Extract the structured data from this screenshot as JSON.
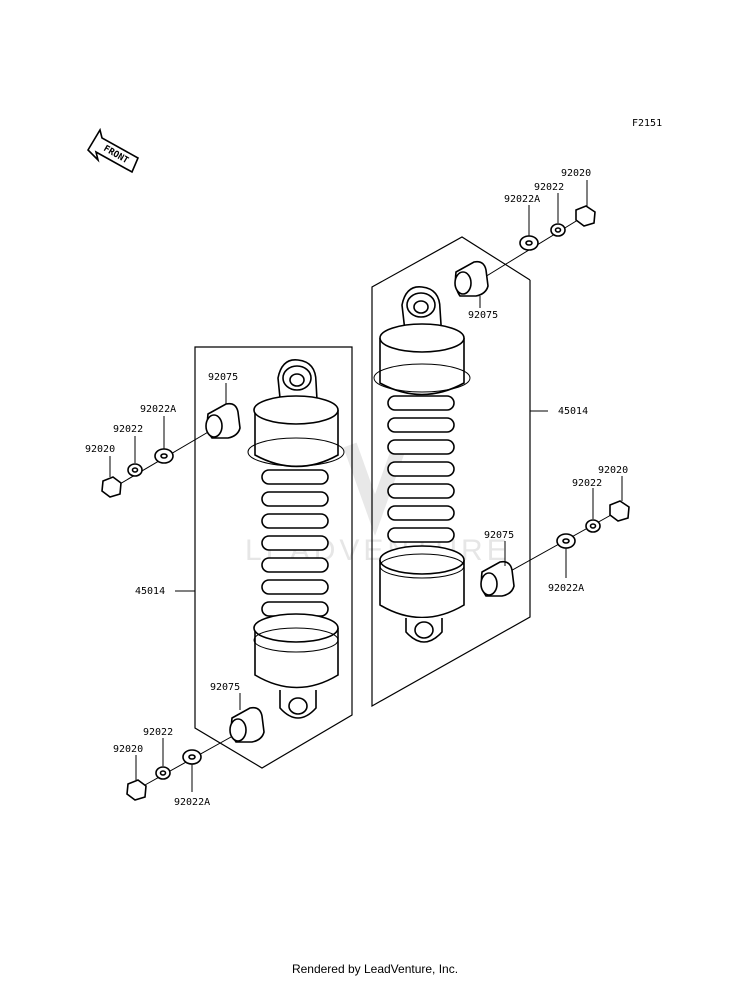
{
  "figure_code": "F2151",
  "front_label": "FRONT",
  "watermark": "LEADVENTURE",
  "footer": "Rendered by LeadVenture, Inc.",
  "labels": {
    "left_assembly": "45014",
    "right_assembly": "45014",
    "left_top_bushing": "92075",
    "left_top_washer_a": "92022A",
    "left_top_washer": "92022",
    "left_top_nut": "92020",
    "left_bottom_bushing": "92075",
    "left_bottom_washer": "92022",
    "left_bottom_nut": "92020",
    "left_bottom_washer_a": "92022A",
    "right_top_nut": "92020",
    "right_top_washer": "92022",
    "right_top_washer_a": "92022A",
    "right_top_bushing": "92075",
    "right_bottom_nut": "92020",
    "right_bottom_washer": "92022",
    "right_bottom_bushing": "92075",
    "right_bottom_washer_a": "92022A"
  }
}
